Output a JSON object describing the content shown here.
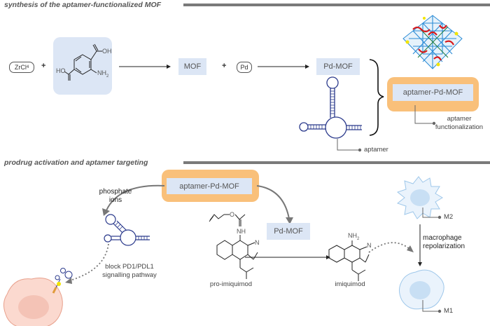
{
  "section1": {
    "title": "synthesis of the aptamer-functionalized MOF",
    "reagent_zrcl4": "ZrCl",
    "reagent_zrcl4_sub": "4",
    "plus1": "+",
    "linker_oh": "OH",
    "linker_ho": "HO",
    "linker_nh2": "NH",
    "linker_nh2_sub": "2",
    "mof": "MOF",
    "plus2": "+",
    "pd": "Pd",
    "pd_mof": "Pd-MOF",
    "aptamer_pd_mof": "aptamer-Pd-MOF",
    "aptamer_func_line1": "aptamer",
    "aptamer_func_line2": "functionalization",
    "aptamer_label": "aptamer"
  },
  "section2": {
    "title": "prodrug activation and aptamer targeting",
    "aptamer_pd_mof": "aptamer-Pd-MOF",
    "phosphate_line1": "phosphate",
    "phosphate_line2": "ions",
    "pd_mof": "Pd-MOF",
    "block_line1": "block PD1/PDL1",
    "block_line2": "signalling pathway",
    "prodrug_name": "pro-imiquimod",
    "drug_name": "imiquimod",
    "nh2": "NH",
    "nh2_sub": "2",
    "nh": "NH",
    "atom_n": "N",
    "atom_o": "O",
    "m2": "M2",
    "m1": "M1",
    "repol_line1": "macrophage",
    "repol_line2": "repolarization"
  }
}
